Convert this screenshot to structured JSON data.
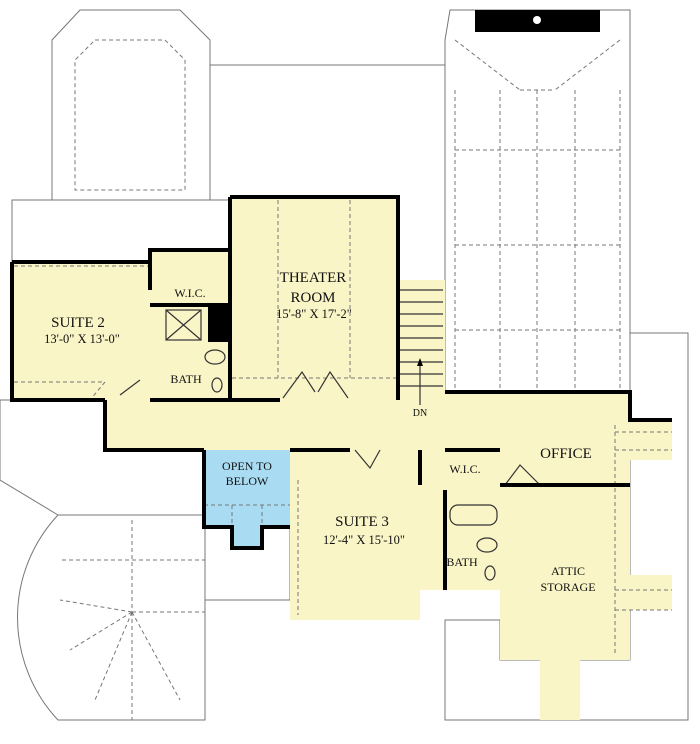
{
  "colors": {
    "floor": "#faf5c6",
    "open_to_below": "#a9dcf3",
    "walls": "#000000",
    "roof_lines": "#777777"
  },
  "rooms": {
    "suite2": {
      "name": "SUITE 2",
      "size": "13'-0\" X 13'-0\""
    },
    "suite2_wic": {
      "name": "W.I.C."
    },
    "suite2_bath": {
      "name": "BATH"
    },
    "theater": {
      "name_line1": "THEATER",
      "name_line2": "ROOM",
      "size": "15'-8\" X 17'-2\""
    },
    "stairs": {
      "label": "DN"
    },
    "open_to_below": {
      "line1": "OPEN TO",
      "line2": "BELOW"
    },
    "suite3": {
      "name": "SUITE 3",
      "size": "12'-4\" X 15'-10\""
    },
    "suite3_wic": {
      "name": "W.I.C."
    },
    "suite3_bath": {
      "name": "BATH"
    },
    "office": {
      "name": "OFFICE"
    },
    "attic": {
      "line1": "ATTIC",
      "line2": "STORAGE"
    }
  }
}
